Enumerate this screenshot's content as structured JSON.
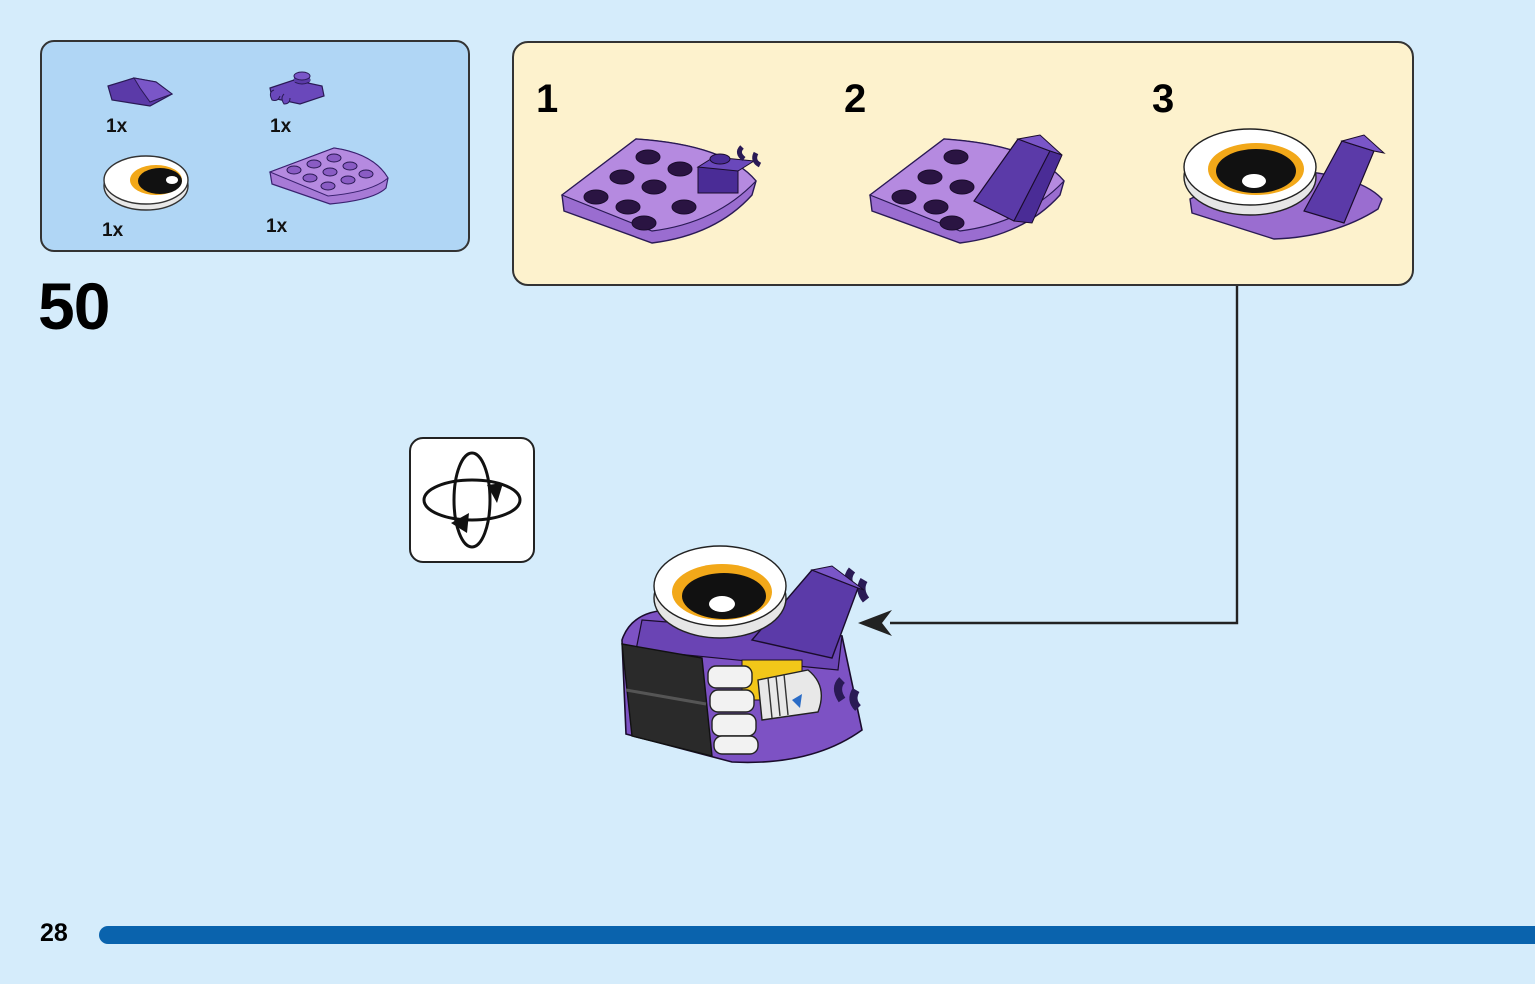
{
  "parts": [
    {
      "name": "curved-slope-1x2-dark-purple",
      "qty": "1x"
    },
    {
      "name": "plate-clip-dark-purple",
      "qty": "1x"
    },
    {
      "name": "round-tile-eye",
      "qty": "1x"
    },
    {
      "name": "round-plate-corner-medium-lavender",
      "qty": "1x"
    }
  ],
  "step": {
    "number": "50"
  },
  "substeps": [
    {
      "label": "1"
    },
    {
      "label": "2"
    },
    {
      "label": "3"
    }
  ],
  "icons": {
    "rotate": "rotate-model-icon",
    "arrow": "arrow-left-icon"
  },
  "colors": {
    "background": "#d5ecfb",
    "parts_panel": "#b0d6f5",
    "substep_panel": "#fdf2cd",
    "page_bar": "#0a63ad",
    "purple": "#8d63c6",
    "dark_purple": "#5b3aa8"
  },
  "page": {
    "number": "28"
  }
}
